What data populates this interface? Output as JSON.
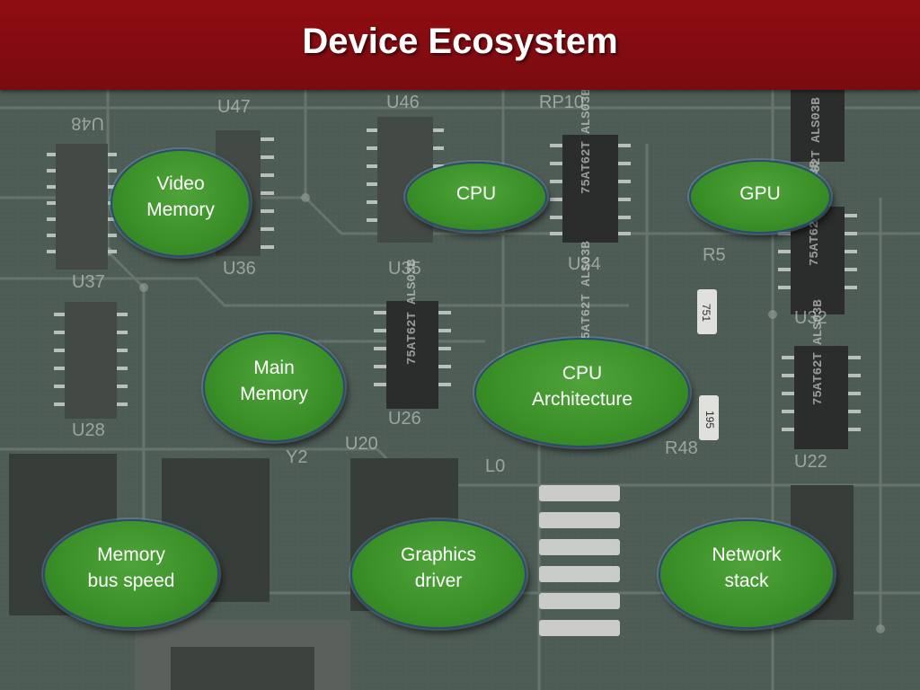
{
  "slide": {
    "title": "Device Ecosystem"
  },
  "bubbles": {
    "video_memory": "Video\nMemory",
    "cpu": "CPU",
    "gpu": "GPU",
    "main_memory": "Main\nMemory",
    "cpu_architecture": "CPU\nArchitecture",
    "memory_bus_speed": "Memory\nbus speed",
    "graphics_driver": "Graphics\ndriver",
    "network_stack": "Network\nstack"
  },
  "board_labels": [
    "U48",
    "U47",
    "U46",
    "RP10",
    "U37",
    "U36",
    "U35",
    "U34",
    "R5",
    "U32",
    "U28",
    "U26",
    "U20",
    "Y2",
    "L0",
    "U22",
    "R48",
    "751",
    "195"
  ],
  "chip_markings": [
    "75AT62T ALS03B",
    "75AT62T ALS03B",
    "75AT62T ALS03B",
    "75AT62T ALS03B",
    "75AT62T ALS03B",
    "75AT62T ALS03B"
  ],
  "colors": {
    "title_bar": "#8b0d12",
    "bubble_fill": "#3a8f27",
    "bubble_border": "#2a4d6e",
    "board": "#4d5b55"
  }
}
